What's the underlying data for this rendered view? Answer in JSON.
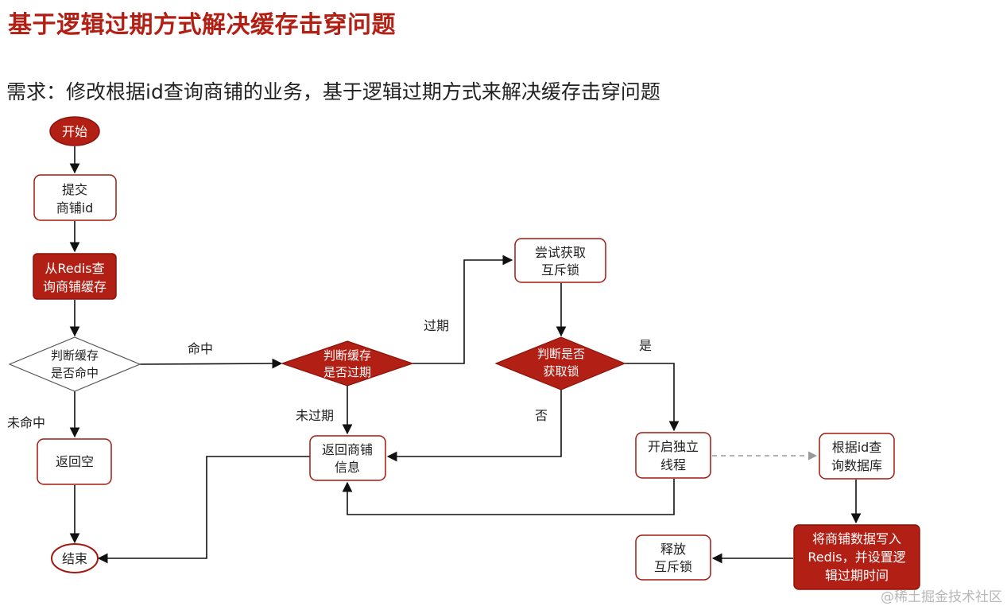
{
  "title": "基于逻辑过期方式解决缓存击穿问题",
  "requirement": "需求：修改根据id查询商铺的业务，基于逻辑过期方式来解决缓存击穿问题",
  "colors": {
    "accent": "#b22015",
    "node_border": "#a0180f",
    "line": "#111111",
    "dashed": "#999999"
  },
  "nodes": {
    "start": "开始",
    "submit": [
      "提交",
      "商铺id"
    ],
    "query_redis": [
      "从Redis查",
      "询商铺缓存"
    ],
    "check_hit": [
      "判断缓存",
      "是否命中"
    ],
    "return_null": "返回空",
    "end": "结束",
    "check_expired": [
      "判断缓存",
      "是否过期"
    ],
    "return_shop": [
      "返回商铺",
      "信息"
    ],
    "try_lock": [
      "尝试获取",
      "互斥锁"
    ],
    "check_lock": [
      "判断是否",
      "获取锁"
    ],
    "start_thread": [
      "开启独立",
      "线程"
    ],
    "query_db": [
      "根据id查",
      "询数据库"
    ],
    "write_redis": [
      "将商铺数据写入",
      "Redis，并设置逻",
      "辑过期时间"
    ],
    "release_lock": [
      "释放",
      "互斥锁"
    ]
  },
  "edge_labels": {
    "hit": "命中",
    "miss": "未命中",
    "expired": "过期",
    "not_expired": "未过期",
    "yes": "是",
    "no": "否"
  },
  "watermark": "@稀土掘金技术社区"
}
